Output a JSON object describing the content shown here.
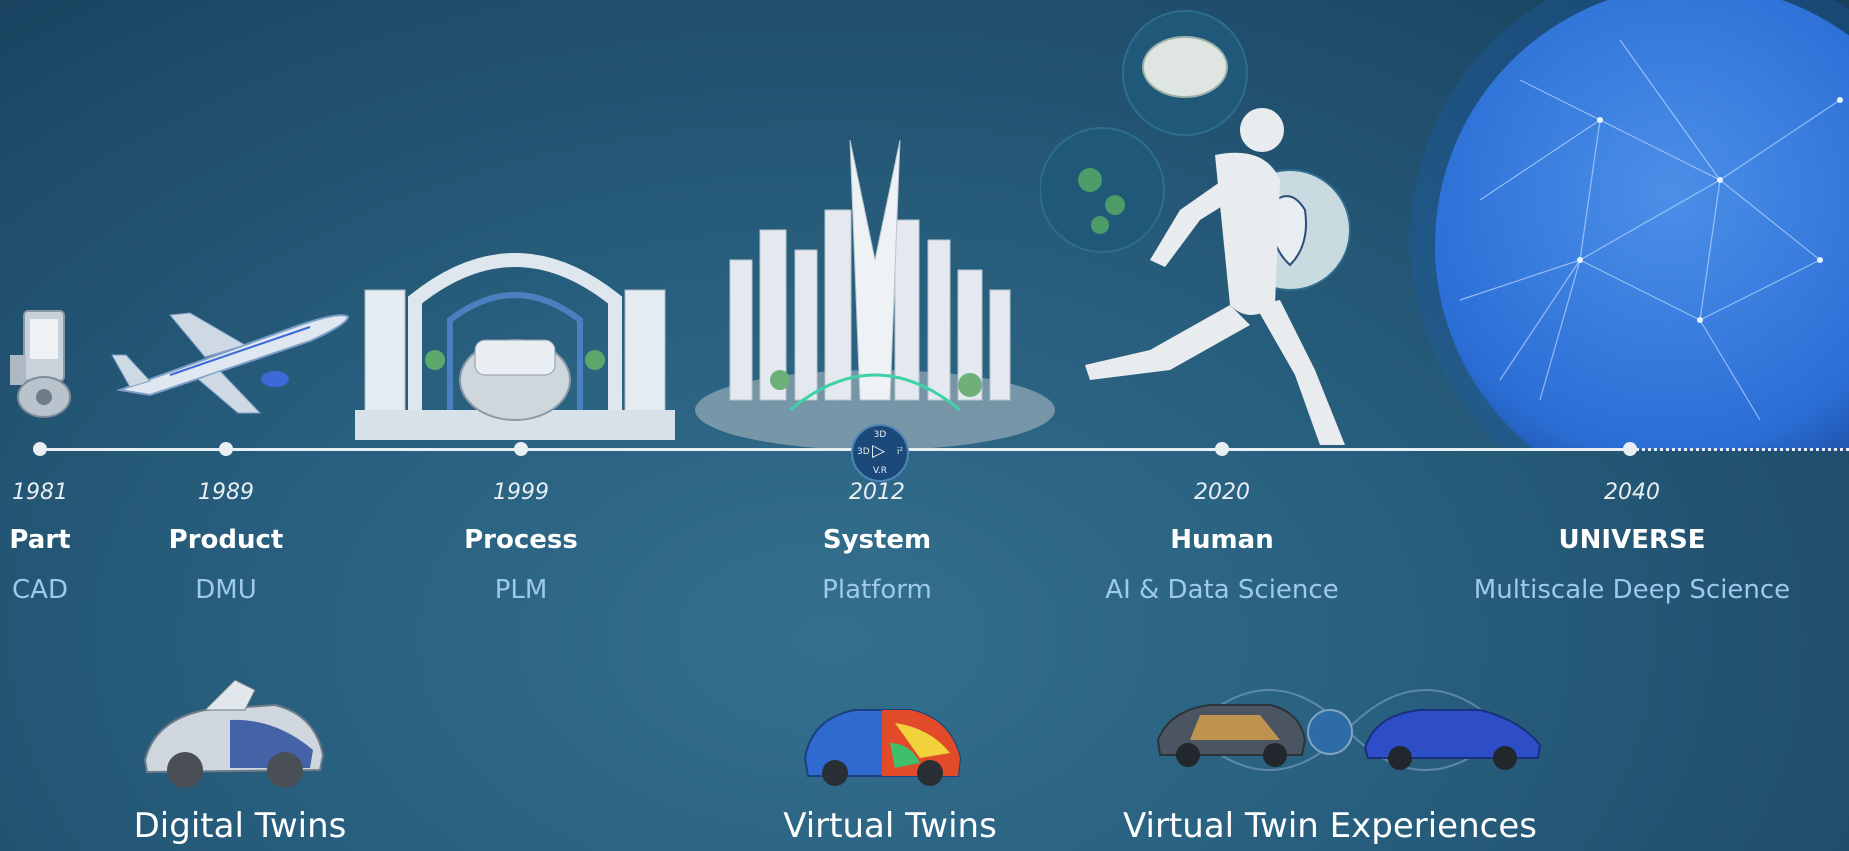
{
  "timeline": [
    {
      "year": "1981",
      "level": "Part",
      "tech": "CAD"
    },
    {
      "year": "1989",
      "level": "Product",
      "tech": "DMU"
    },
    {
      "year": "1999",
      "level": "Process",
      "tech": "PLM"
    },
    {
      "year": "2012",
      "level": "System",
      "tech": "Platform"
    },
    {
      "year": "2020",
      "level": "Human",
      "tech": "AI & Data Science"
    },
    {
      "year": "2040",
      "level": "UNIVERSE",
      "tech": "Multiscale Deep Science"
    }
  ],
  "badge": {
    "left": "3D",
    "center": "▷",
    "right": "i²",
    "bottom": "V.R",
    "top": "3D"
  },
  "bottom_labels": {
    "digital": "Digital Twins",
    "virtual": "Virtual Twins",
    "experiences": "Virtual Twin Experiences"
  },
  "colors": {
    "background": "#245a78",
    "timeline": "#e8eef2",
    "level_text": "#ffffff",
    "tech_text": "#9ec9ea",
    "globe": "#2b6fd6"
  }
}
